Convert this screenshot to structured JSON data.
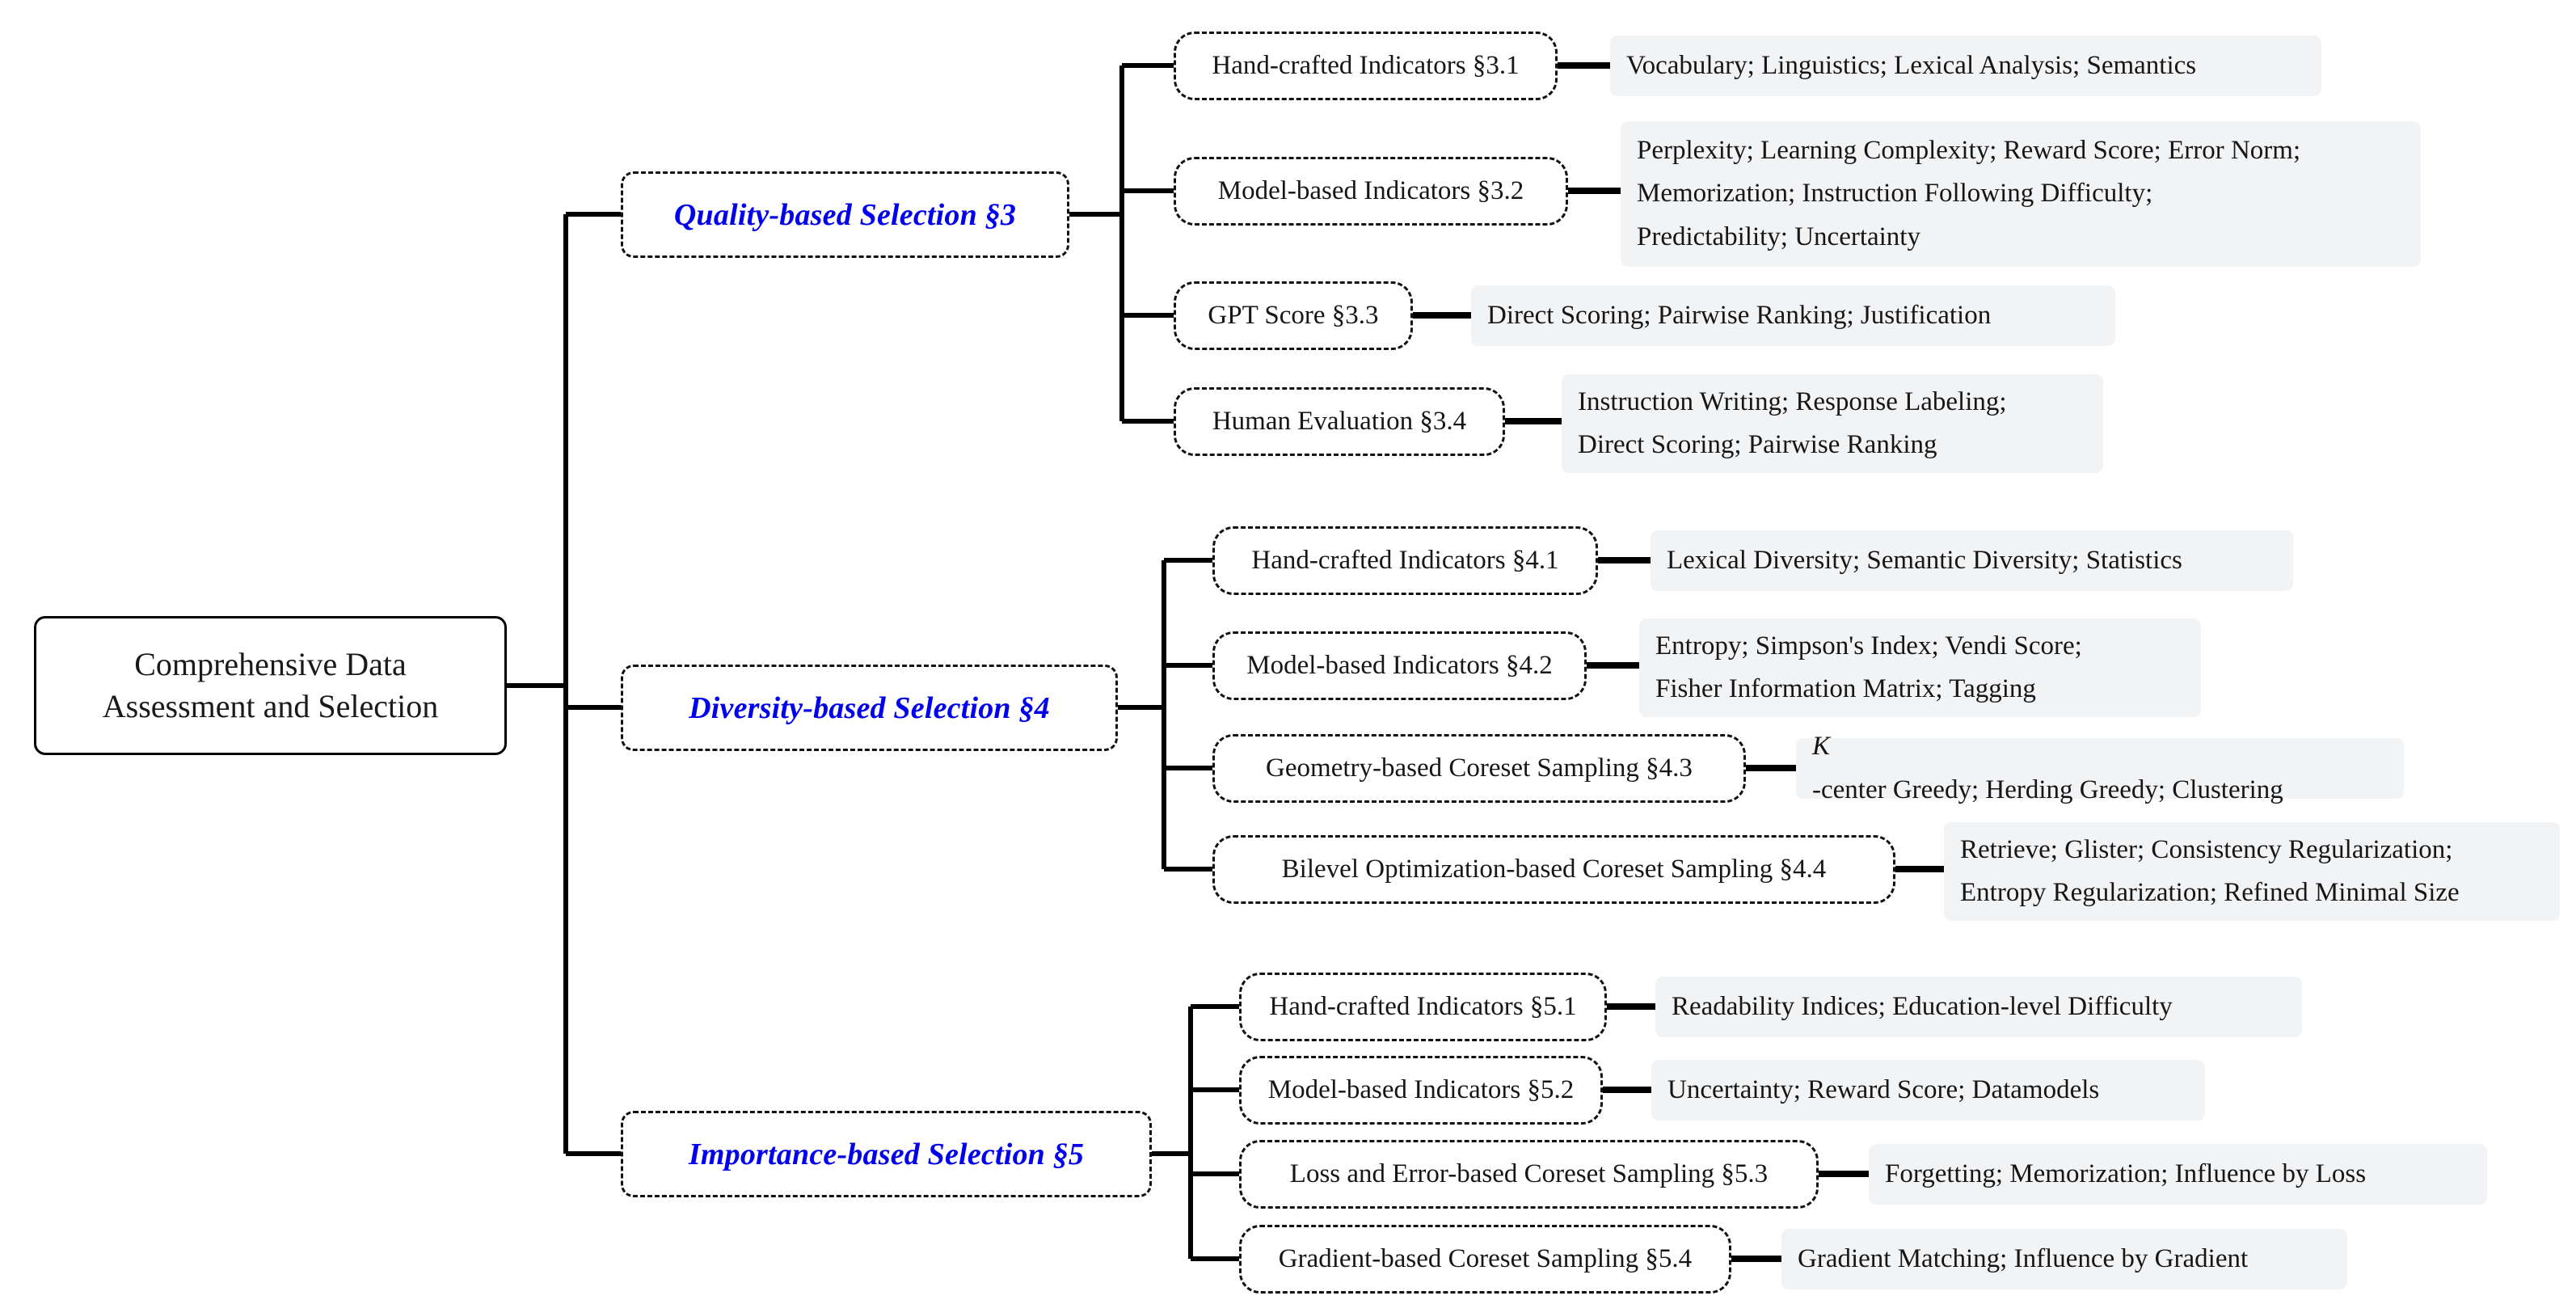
{
  "theme": {
    "accent": "#0000ee",
    "node_border": "#111111",
    "leaf_bg": "#f2f3f5",
    "text": "#161616",
    "background": "#ffffff"
  },
  "root": {
    "label": "Comprehensive Data Assessment and Selection",
    "line1": "Comprehensive Data",
    "line2": "Assessment and Selection"
  },
  "branches": [
    {
      "id": "quality",
      "label": "Quality-based Selection §3",
      "children": [
        {
          "label": "Hand-crafted Indicators §3.1",
          "items": [
            "Vocabulary; Linguistics; Lexical Analysis; Semantics"
          ]
        },
        {
          "label": "Model-based Indicators §3.2",
          "items": [
            "Perplexity; Learning Complexity; Reward Score; Error Norm;",
            "Memorization; Instruction Following Difficulty;",
            "Predictability; Uncertainty"
          ]
        },
        {
          "label": "GPT Score §3.3",
          "items": [
            "Direct Scoring; Pairwise Ranking; Justification"
          ]
        },
        {
          "label": "Human Evaluation §3.4",
          "items": [
            "Instruction Writing; Response Labeling;",
            "Direct Scoring; Pairwise Ranking"
          ]
        }
      ]
    },
    {
      "id": "diversity",
      "label": "Diversity-based Selection §4",
      "children": [
        {
          "label": "Hand-crafted Indicators §4.1",
          "items": [
            "Lexical Diversity; Semantic Diversity; Statistics"
          ]
        },
        {
          "label": "Model-based Indicators §4.2",
          "items": [
            "Entropy; Simpson's Index; Vendi Score;",
            "Fisher Information Matrix; Tagging"
          ]
        },
        {
          "label": "Geometry-based Coreset Sampling §4.3",
          "items_rich": [
            {
              "em": "K",
              "rest": "-center Greedy; Herding Greedy; Clustering"
            }
          ]
        },
        {
          "label": "Bilevel Optimization-based Coreset Sampling §4.4",
          "items": [
            "Retrieve; Glister; Consistency Regularization;",
            "Entropy Regularization; Refined Minimal Size"
          ]
        }
      ]
    },
    {
      "id": "importance",
      "label": "Importance-based Selection §5",
      "children": [
        {
          "label": "Hand-crafted Indicators §5.1",
          "items": [
            "Readability Indices; Education-level Difficulty"
          ]
        },
        {
          "label": "Model-based Indicators §5.2",
          "items": [
            "Uncertainty; Reward Score; Datamodels"
          ]
        },
        {
          "label": "Loss and Error-based Coreset Sampling §5.3",
          "items": [
            "Forgetting; Memorization; Influence by Loss"
          ]
        },
        {
          "label": "Gradient-based Coreset Sampling §5.4",
          "items": [
            "Gradient Matching; Influence by Gradient"
          ]
        }
      ]
    }
  ]
}
